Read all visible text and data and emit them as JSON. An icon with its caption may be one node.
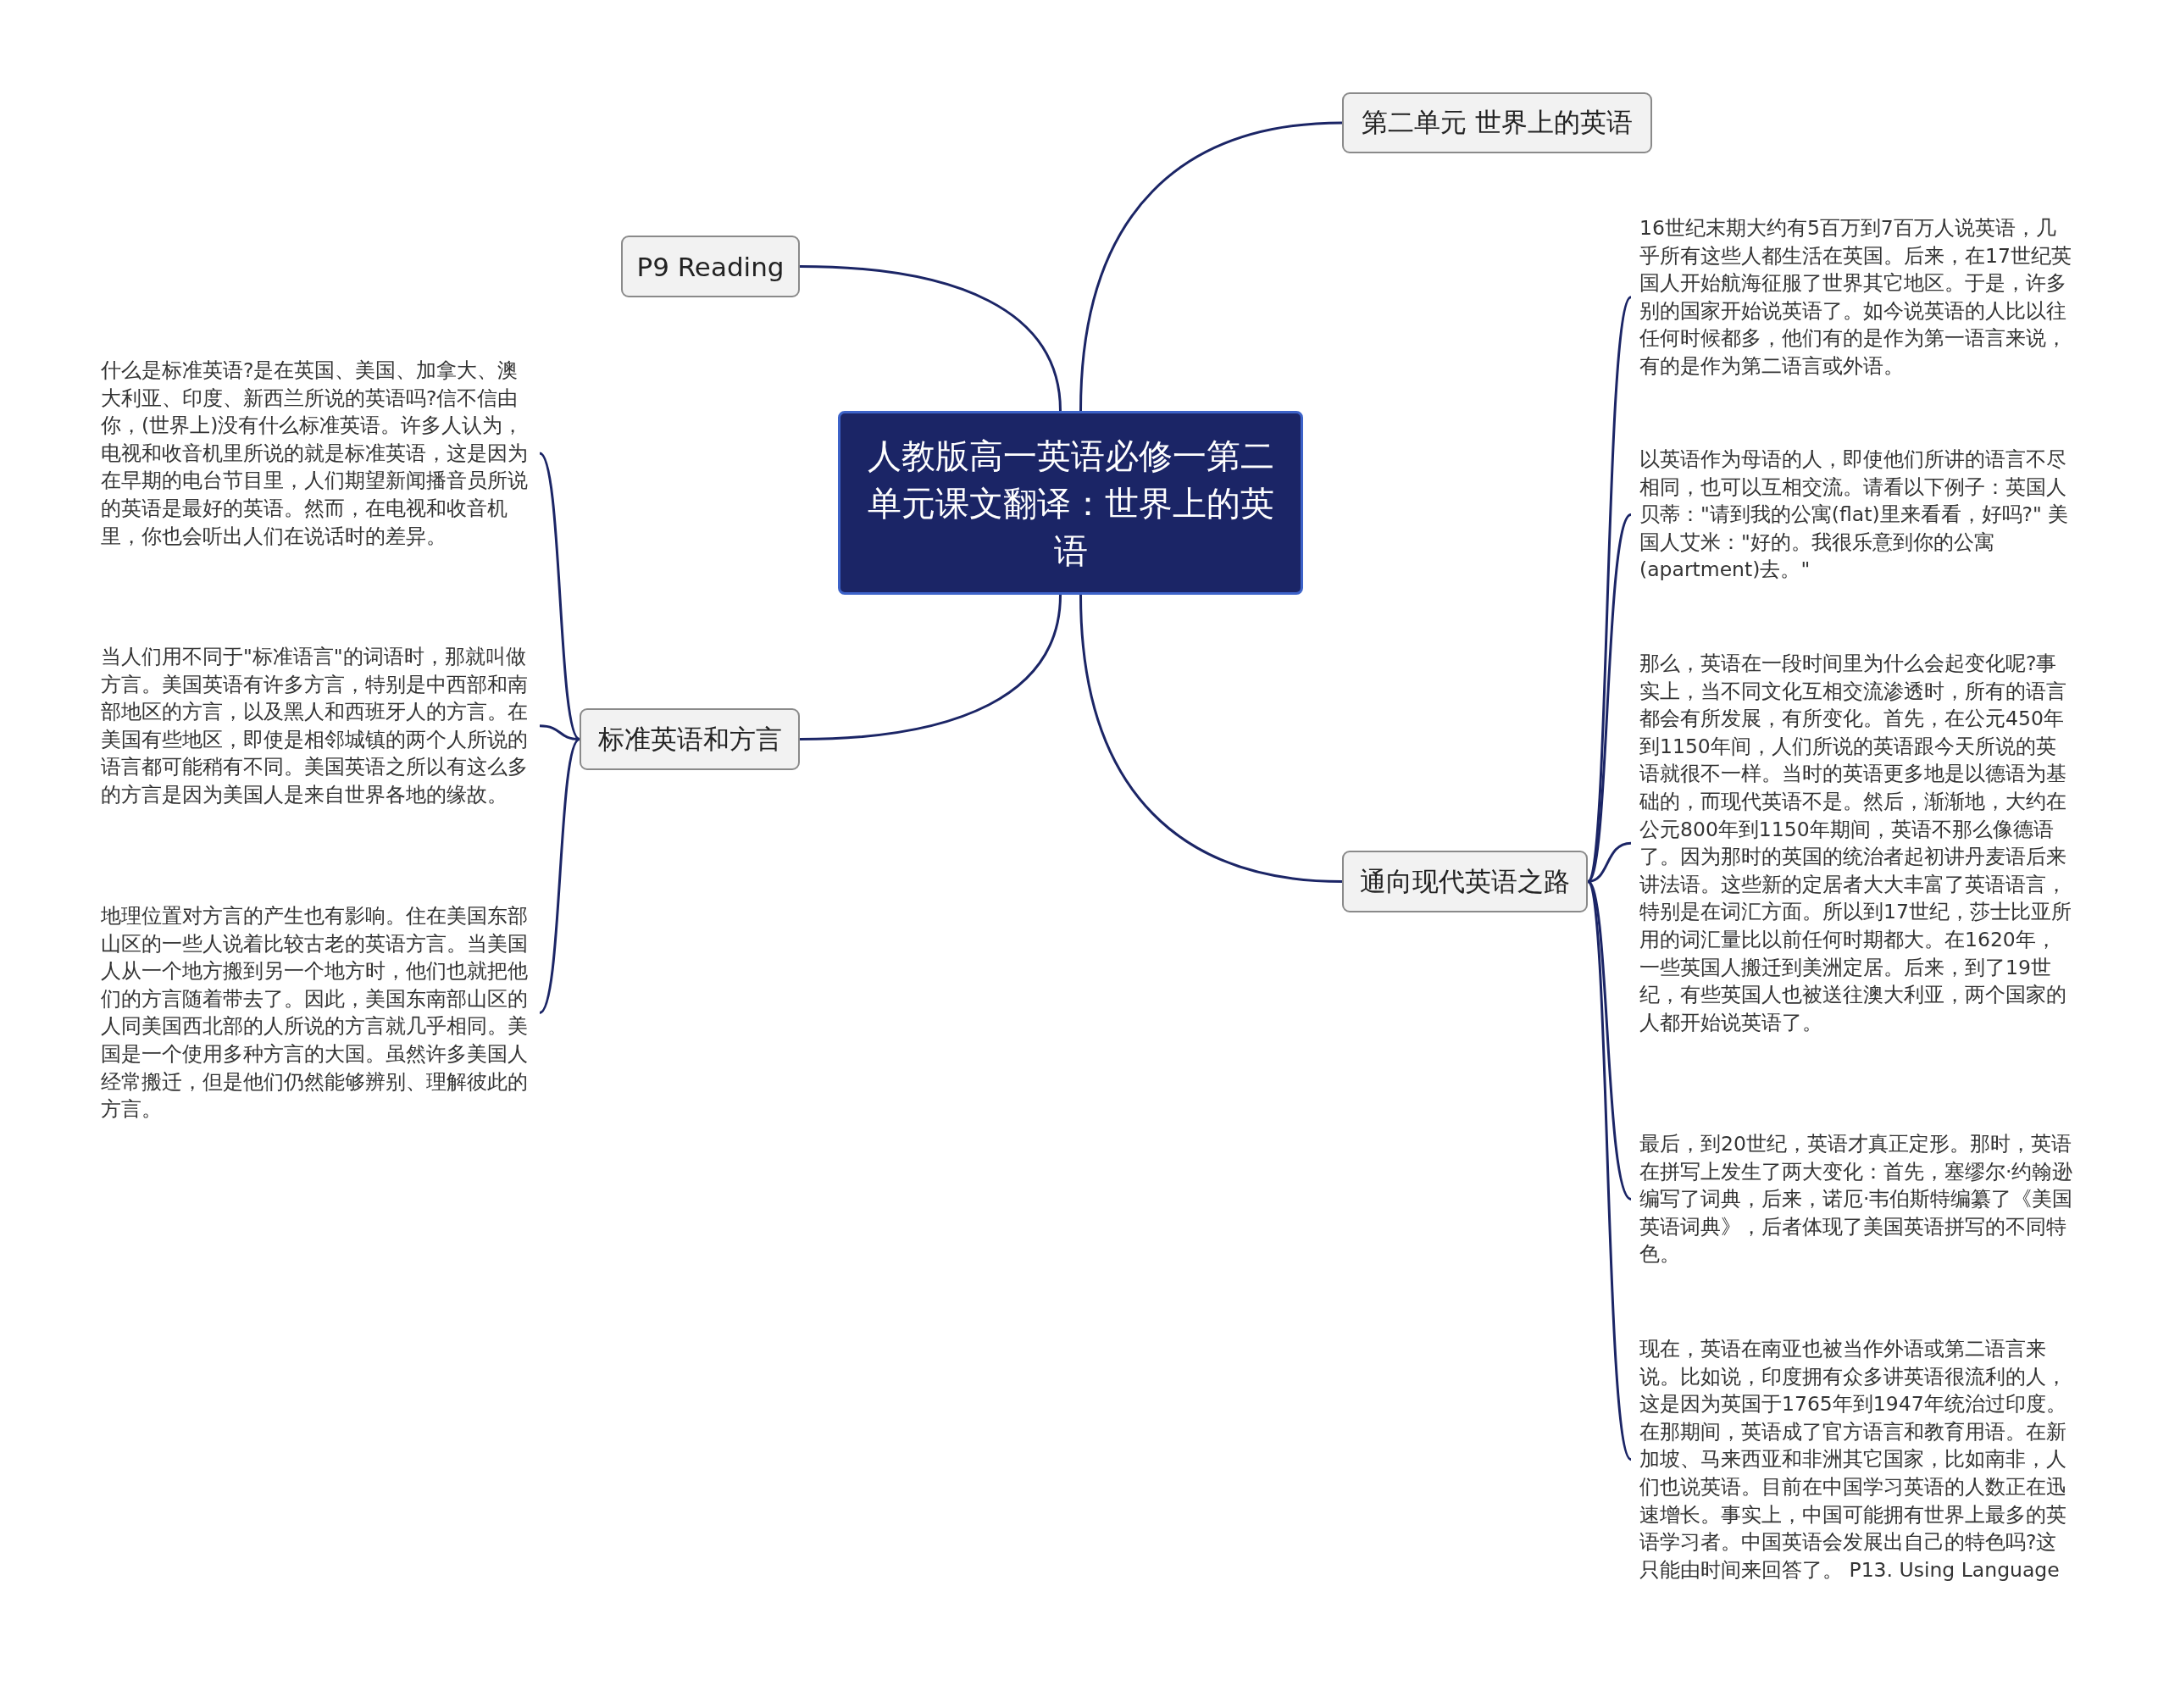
{
  "diagram": {
    "nodes": [
      {
        "text": [
          "人教版高一英语必修一第二单元课文翻译：世界上的英语"
        ]
      },
      {
        "text": [
          "第二单元 世界上的英语"
        ]
      },
      {
        "text": [
          "P9 Reading"
        ]
      },
      {
        "text": [
          "标准英语和方言"
        ]
      },
      {
        "text": [
          "什么是标准英语?是在英国、美国、加拿大、澳大利亚、印度、新西兰所说的英语吗?信不信由你，(世界上)没有什么标准英语。许多人认为，电视和收音机里所说的就是标准英语，这是因为在早期的电台节目里，人们期望新闻播音员所说的英语是最好的英语。然而，在电视和收音机里，你也会听出人们在说话时的差异。"
        ]
      },
      {
        "text": [
          "当人们用不同于\"标准语言\"的词语时，那就叫做方言。美国英语有许多方言，特别是中西部和南部地区的方言，以及黑人和西班牙人的方言。在美国有些地区，即使是相邻城镇的两个人所说的语言都可能稍有不同。美国英语之所以有这么多的方言是因为美国人是来自世界各地的缘故。"
        ]
      },
      {
        "text": [
          "地理位置对方言的产生也有影响。住在美国东部山区的一些人说着比较古老的英语方言。当美国人从一个地方搬到另一个地方时，他们也就把他们的方言随着带去了。因此，美国东南部山区的人同美国西北部的人所说的方言就几乎相同。美国是一个使用多种方言的大国。虽然许多美国人经常搬迁，但是他们仍然能够辨别、理解彼此的方言。"
        ]
      },
      {
        "text": [
          "通向现代英语之路"
        ]
      },
      {
        "text": [
          "16世纪末期大约有5百万到7百万人说英语，几乎所有这些人都生活在英国。后来，在17世纪英国人开始航海征服了世界其它地区。于是，许多别的国家开始说英语了。如今说英语的人比以往任何时候都多，他们有的是作为第一语言来说，有的是作为第二语言或外语。"
        ]
      },
      {
        "text": [
          "以英语作为母语的人，即使他们所讲的语言不尽相同，也可以互相交流。请看以下例子：英国人贝蒂：\"请到我的公寓(flat)里来看看，好吗?\" 美国人艾米：\"好的。我很乐意到你的公寓(apartment)去。\""
        ]
      },
      {
        "text": [
          "那么，英语在一段时间里为什么会起变化呢?事实上，当不同文化互相交流渗透时，所有的语言都会有所发展，有所变化。首先，在公元450年到1150年间，人们所说的英语跟今天所说的英语就很不一样。当时的英语更多地是以德语为基础的，而现代英语不是。然后，渐渐地，大约在公元800年到1150年期间，英语不那么像德语了。因为那时的英国的统治者起初讲丹麦语后来讲法语。这些新的定居者大大丰富了英语语言，特别是在词汇方面。所以到17世纪，莎士比亚所用的词汇量比以前任何时期都大。在1620年，一些英国人搬迁到美洲定居。后来，到了19世纪，有些英国人也被送往澳大利亚，两个国家的人都开始说英语了。"
        ]
      },
      {
        "text": [
          "最后，到20世纪，英语才真正定形。那时，英语在拼写上发生了两大变化：首先，塞缪尔·约翰逊编写了词典，后来，诺厄·韦伯斯特编纂了《美国英语词典》，后者体现了美国英语拼写的不同特色。"
        ]
      },
      {
        "text": [
          "现在，英语在南亚也被当作外语或第二语言来说。比如说，印度拥有众多讲英语很流利的人，这是因为英国于1765年到1947年统治过印度。在那期间，英语成了官方语言和教育用语。在新加坡、马来西亚和非洲其它国家，比如南非，人们也说英语。目前在中国学习英语的人数正在迅速增长。事实上，中国可能拥有世界上最多的英语学习者。中国英语会发展出自己的特色吗?这只能由时间来回答了。 P13. Using Language"
        ]
      }
    ],
    "edges": [
      {
        "from": 0,
        "to": 1,
        "arrow": "none"
      },
      {
        "from": 0,
        "to": 2,
        "arrow": "none"
      },
      {
        "from": 0,
        "to": 3,
        "arrow": "none"
      },
      {
        "from": 3,
        "to": 4,
        "arrow": "none"
      },
      {
        "from": 3,
        "to": 5,
        "arrow": "none"
      },
      {
        "from": 3,
        "to": 6,
        "arrow": "none"
      },
      {
        "from": 0,
        "to": 7,
        "arrow": "none"
      },
      {
        "from": 7,
        "to": 8,
        "arrow": "none"
      },
      {
        "from": 7,
        "to": 9,
        "arrow": "none"
      },
      {
        "from": 7,
        "to": 10,
        "arrow": "none"
      },
      {
        "from": 7,
        "to": 11,
        "arrow": "none"
      },
      {
        "from": 7,
        "to": 12,
        "arrow": "none"
      }
    ]
  }
}
